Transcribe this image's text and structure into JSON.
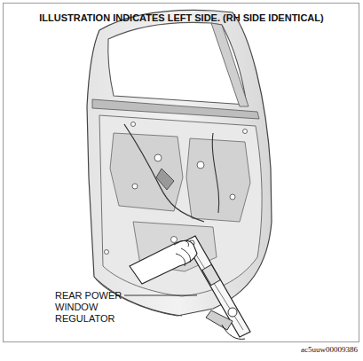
{
  "diagram": {
    "title": "ILLUSTRATION INDICATES LEFT SIDE. (RH SIDE IDENTICAL)",
    "labels": [
      "REAR POWER WINDOW REGULATOR",
      "ac5uuw00009386"
    ]
  }
}
